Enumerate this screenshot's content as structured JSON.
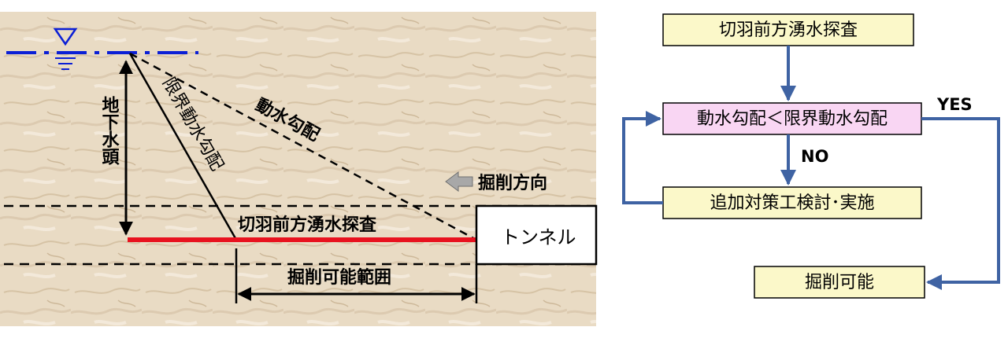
{
  "cross_section": {
    "ground_water_head": "地下水頭",
    "critical_gradient": "限界動水勾配",
    "hydraulic_gradient": "動水勾配",
    "excavation_direction": "掘削方向",
    "probe_label": "切羽前方湧水探査",
    "tunnel": "トンネル",
    "excavatable_range": "掘削可能範囲"
  },
  "flowchart": {
    "step1": "切羽前方湧水探査",
    "decision": "動水勾配＜限界動水勾配",
    "no_label": "NO",
    "yes_label": "YES",
    "step2": "追加対策工検討･実施",
    "result": "掘削可能"
  },
  "colors": {
    "ground": "#e8d9c2",
    "water_line": "#0b1fd6",
    "probe_line": "#e8121f",
    "arrow_blue": "#3f63a3",
    "box_yellow": "#fbf8c9",
    "box_pink": "#f9d6f3",
    "direction_arrow": "#a8a8a8"
  }
}
